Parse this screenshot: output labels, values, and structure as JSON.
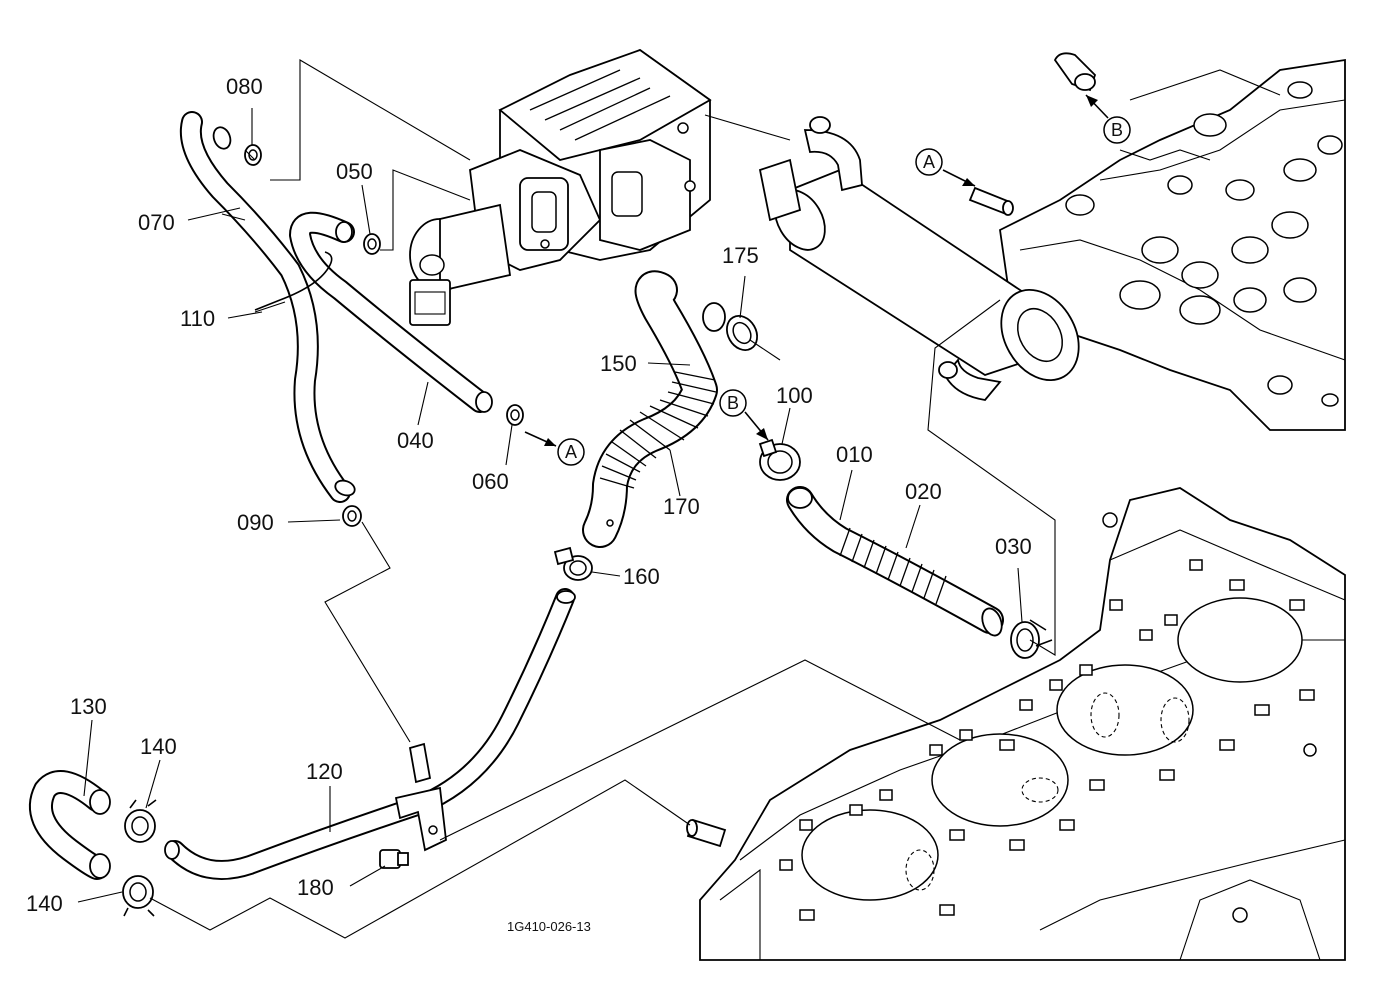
{
  "callouts": {
    "p010": "010",
    "p020": "020",
    "p030": "030",
    "p040": "040",
    "p050": "050",
    "p060": "060",
    "p070": "070",
    "p080": "080",
    "p090": "090",
    "p100": "100",
    "p110": "110",
    "p120": "120",
    "p130": "130",
    "p140a": "140",
    "p140b": "140",
    "p150": "150",
    "p160": "160",
    "p170": "170",
    "p175": "175",
    "p180": "180"
  },
  "references": {
    "a_top": "A",
    "a_mid": "A",
    "b_top": "B",
    "b_mid": "B"
  },
  "figure_code": "1G410-026-13",
  "colors": {
    "line": "#000000",
    "background": "#ffffff"
  }
}
